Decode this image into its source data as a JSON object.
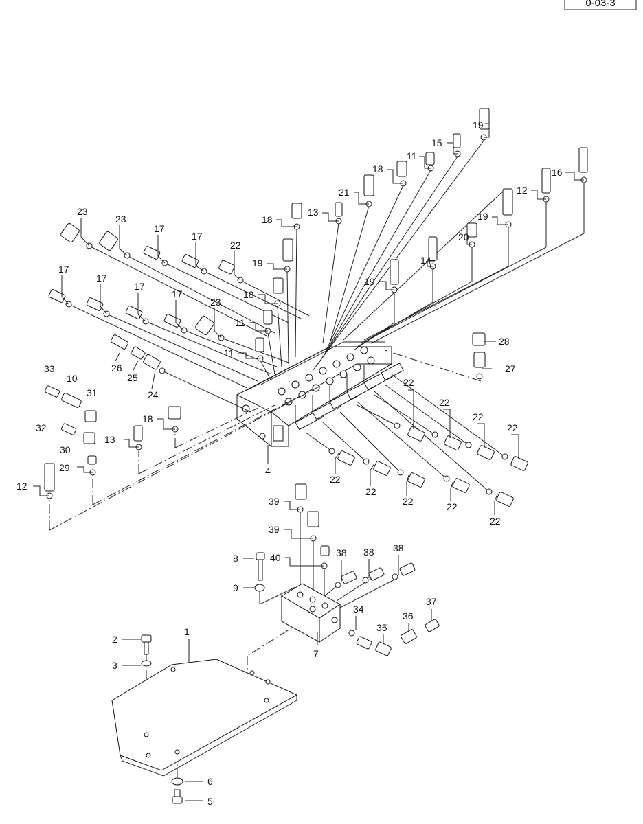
{
  "drawing_ref": "0-03-3",
  "parts": [
    {
      "id": "p-19a",
      "label": "19"
    },
    {
      "id": "p-15",
      "label": "15"
    },
    {
      "id": "p-11a",
      "label": "11"
    },
    {
      "id": "p-18a",
      "label": "18"
    },
    {
      "id": "p-16",
      "label": "16"
    },
    {
      "id": "p-21",
      "label": "21"
    },
    {
      "id": "p-12a",
      "label": "12"
    },
    {
      "id": "p-13a",
      "label": "13"
    },
    {
      "id": "p-18b",
      "label": "18"
    },
    {
      "id": "p-19b",
      "label": "19"
    },
    {
      "id": "p-23a",
      "label": "23"
    },
    {
      "id": "p-23b",
      "label": "23"
    },
    {
      "id": "p-17a",
      "label": "17"
    },
    {
      "id": "p-17b",
      "label": "17"
    },
    {
      "id": "p-22a",
      "label": "22"
    },
    {
      "id": "p-20",
      "label": "20"
    },
    {
      "id": "p-19c",
      "label": "19"
    },
    {
      "id": "p-14",
      "label": "14"
    },
    {
      "id": "p-19d",
      "label": "19"
    },
    {
      "id": "p-18c",
      "label": "18"
    },
    {
      "id": "p-17c",
      "label": "17"
    },
    {
      "id": "p-17d",
      "label": "17"
    },
    {
      "id": "p-17e",
      "label": "17"
    },
    {
      "id": "p-17f",
      "label": "17"
    },
    {
      "id": "p-23c",
      "label": "23"
    },
    {
      "id": "p-11b",
      "label": "11"
    },
    {
      "id": "p-11c",
      "label": "11"
    },
    {
      "id": "p-28",
      "label": "28"
    },
    {
      "id": "p-27",
      "label": "27"
    },
    {
      "id": "p-26",
      "label": "26"
    },
    {
      "id": "p-25",
      "label": "25"
    },
    {
      "id": "p-24",
      "label": "24"
    },
    {
      "id": "p-33",
      "label": "33"
    },
    {
      "id": "p-10",
      "label": "10"
    },
    {
      "id": "p-31",
      "label": "31"
    },
    {
      "id": "p-22b",
      "label": "22"
    },
    {
      "id": "p-22c",
      "label": "22"
    },
    {
      "id": "p-22d",
      "label": "22"
    },
    {
      "id": "p-22e",
      "label": "22"
    },
    {
      "id": "p-32",
      "label": "32"
    },
    {
      "id": "p-18d",
      "label": "18"
    },
    {
      "id": "p-13b",
      "label": "13"
    },
    {
      "id": "p-30",
      "label": "30"
    },
    {
      "id": "p-29",
      "label": "29"
    },
    {
      "id": "p-4",
      "label": "4"
    },
    {
      "id": "p-12b",
      "label": "12"
    },
    {
      "id": "p-22f",
      "label": "22"
    },
    {
      "id": "p-22g",
      "label": "22"
    },
    {
      "id": "p-22h",
      "label": "22"
    },
    {
      "id": "p-22i",
      "label": "22"
    },
    {
      "id": "p-22j",
      "label": "22"
    },
    {
      "id": "p-39a",
      "label": "39"
    },
    {
      "id": "p-39b",
      "label": "39"
    },
    {
      "id": "p-8",
      "label": "8"
    },
    {
      "id": "p-40",
      "label": "40"
    },
    {
      "id": "p-38a",
      "label": "38"
    },
    {
      "id": "p-38b",
      "label": "38"
    },
    {
      "id": "p-38c",
      "label": "38"
    },
    {
      "id": "p-9",
      "label": "9"
    },
    {
      "id": "p-34",
      "label": "34"
    },
    {
      "id": "p-37",
      "label": "37"
    },
    {
      "id": "p-36",
      "label": "36"
    },
    {
      "id": "p-35",
      "label": "35"
    },
    {
      "id": "p-7",
      "label": "7"
    },
    {
      "id": "p-2",
      "label": "2"
    },
    {
      "id": "p-1",
      "label": "1"
    },
    {
      "id": "p-3",
      "label": "3"
    },
    {
      "id": "p-6",
      "label": "6"
    },
    {
      "id": "p-5",
      "label": "5"
    }
  ]
}
